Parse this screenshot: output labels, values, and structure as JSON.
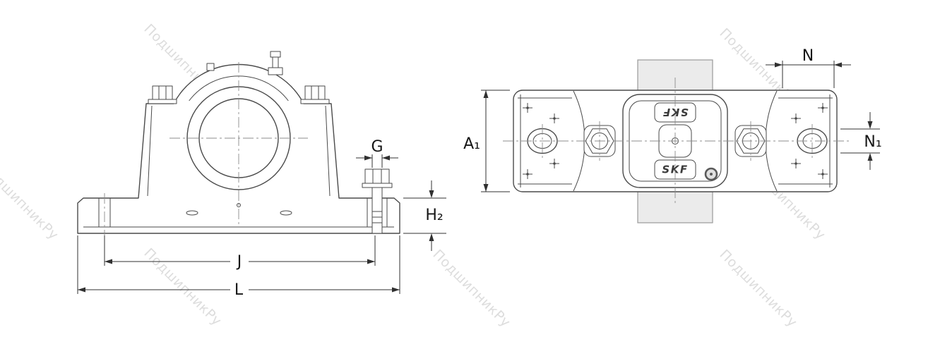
{
  "watermark": {
    "text": "ПодшипникРу"
  },
  "brand": {
    "name": "SKF"
  },
  "colors": {
    "line": "#4a4a4a",
    "dim": "#303030",
    "part_fill": "#ebebeb",
    "watermark": "#c2c2c2"
  },
  "dim_labels": {
    "g": "G",
    "h2": "H₂",
    "j": "J",
    "l": "L",
    "n": "N",
    "a1": "A₁",
    "n1": "N₁"
  }
}
